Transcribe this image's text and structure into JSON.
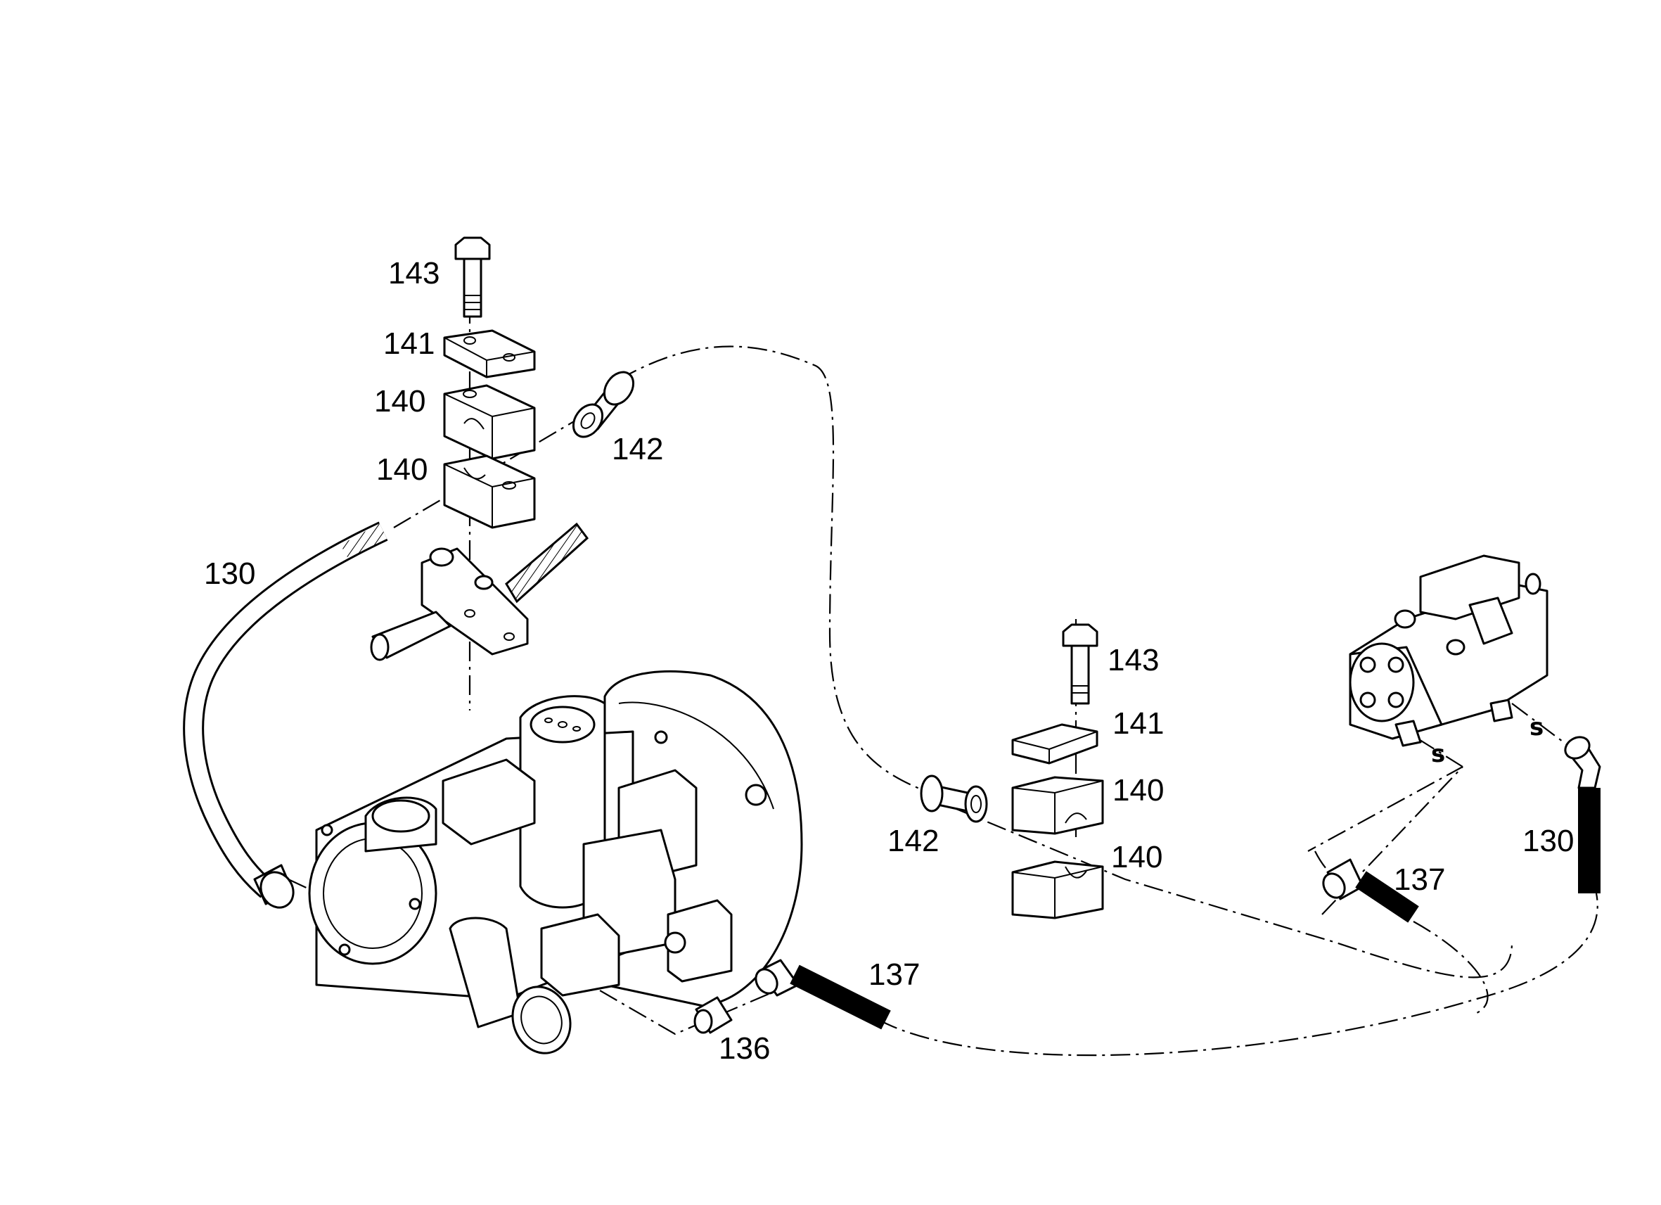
{
  "callouts": {
    "c143_left": "143",
    "c141_left": "141",
    "c140_left_top": "140",
    "c140_left_bottom": "140",
    "c142_left": "142",
    "c130_left": "130",
    "c143_right": "143",
    "c141_right": "141",
    "c140_right_top": "140",
    "c140_right_bottom": "140",
    "c142_right": "142",
    "c130_right": "130",
    "c137_right": "137",
    "c137_bottom": "137",
    "c136": "136"
  },
  "port_marks": {
    "s_left": "s",
    "s_right": "s"
  }
}
